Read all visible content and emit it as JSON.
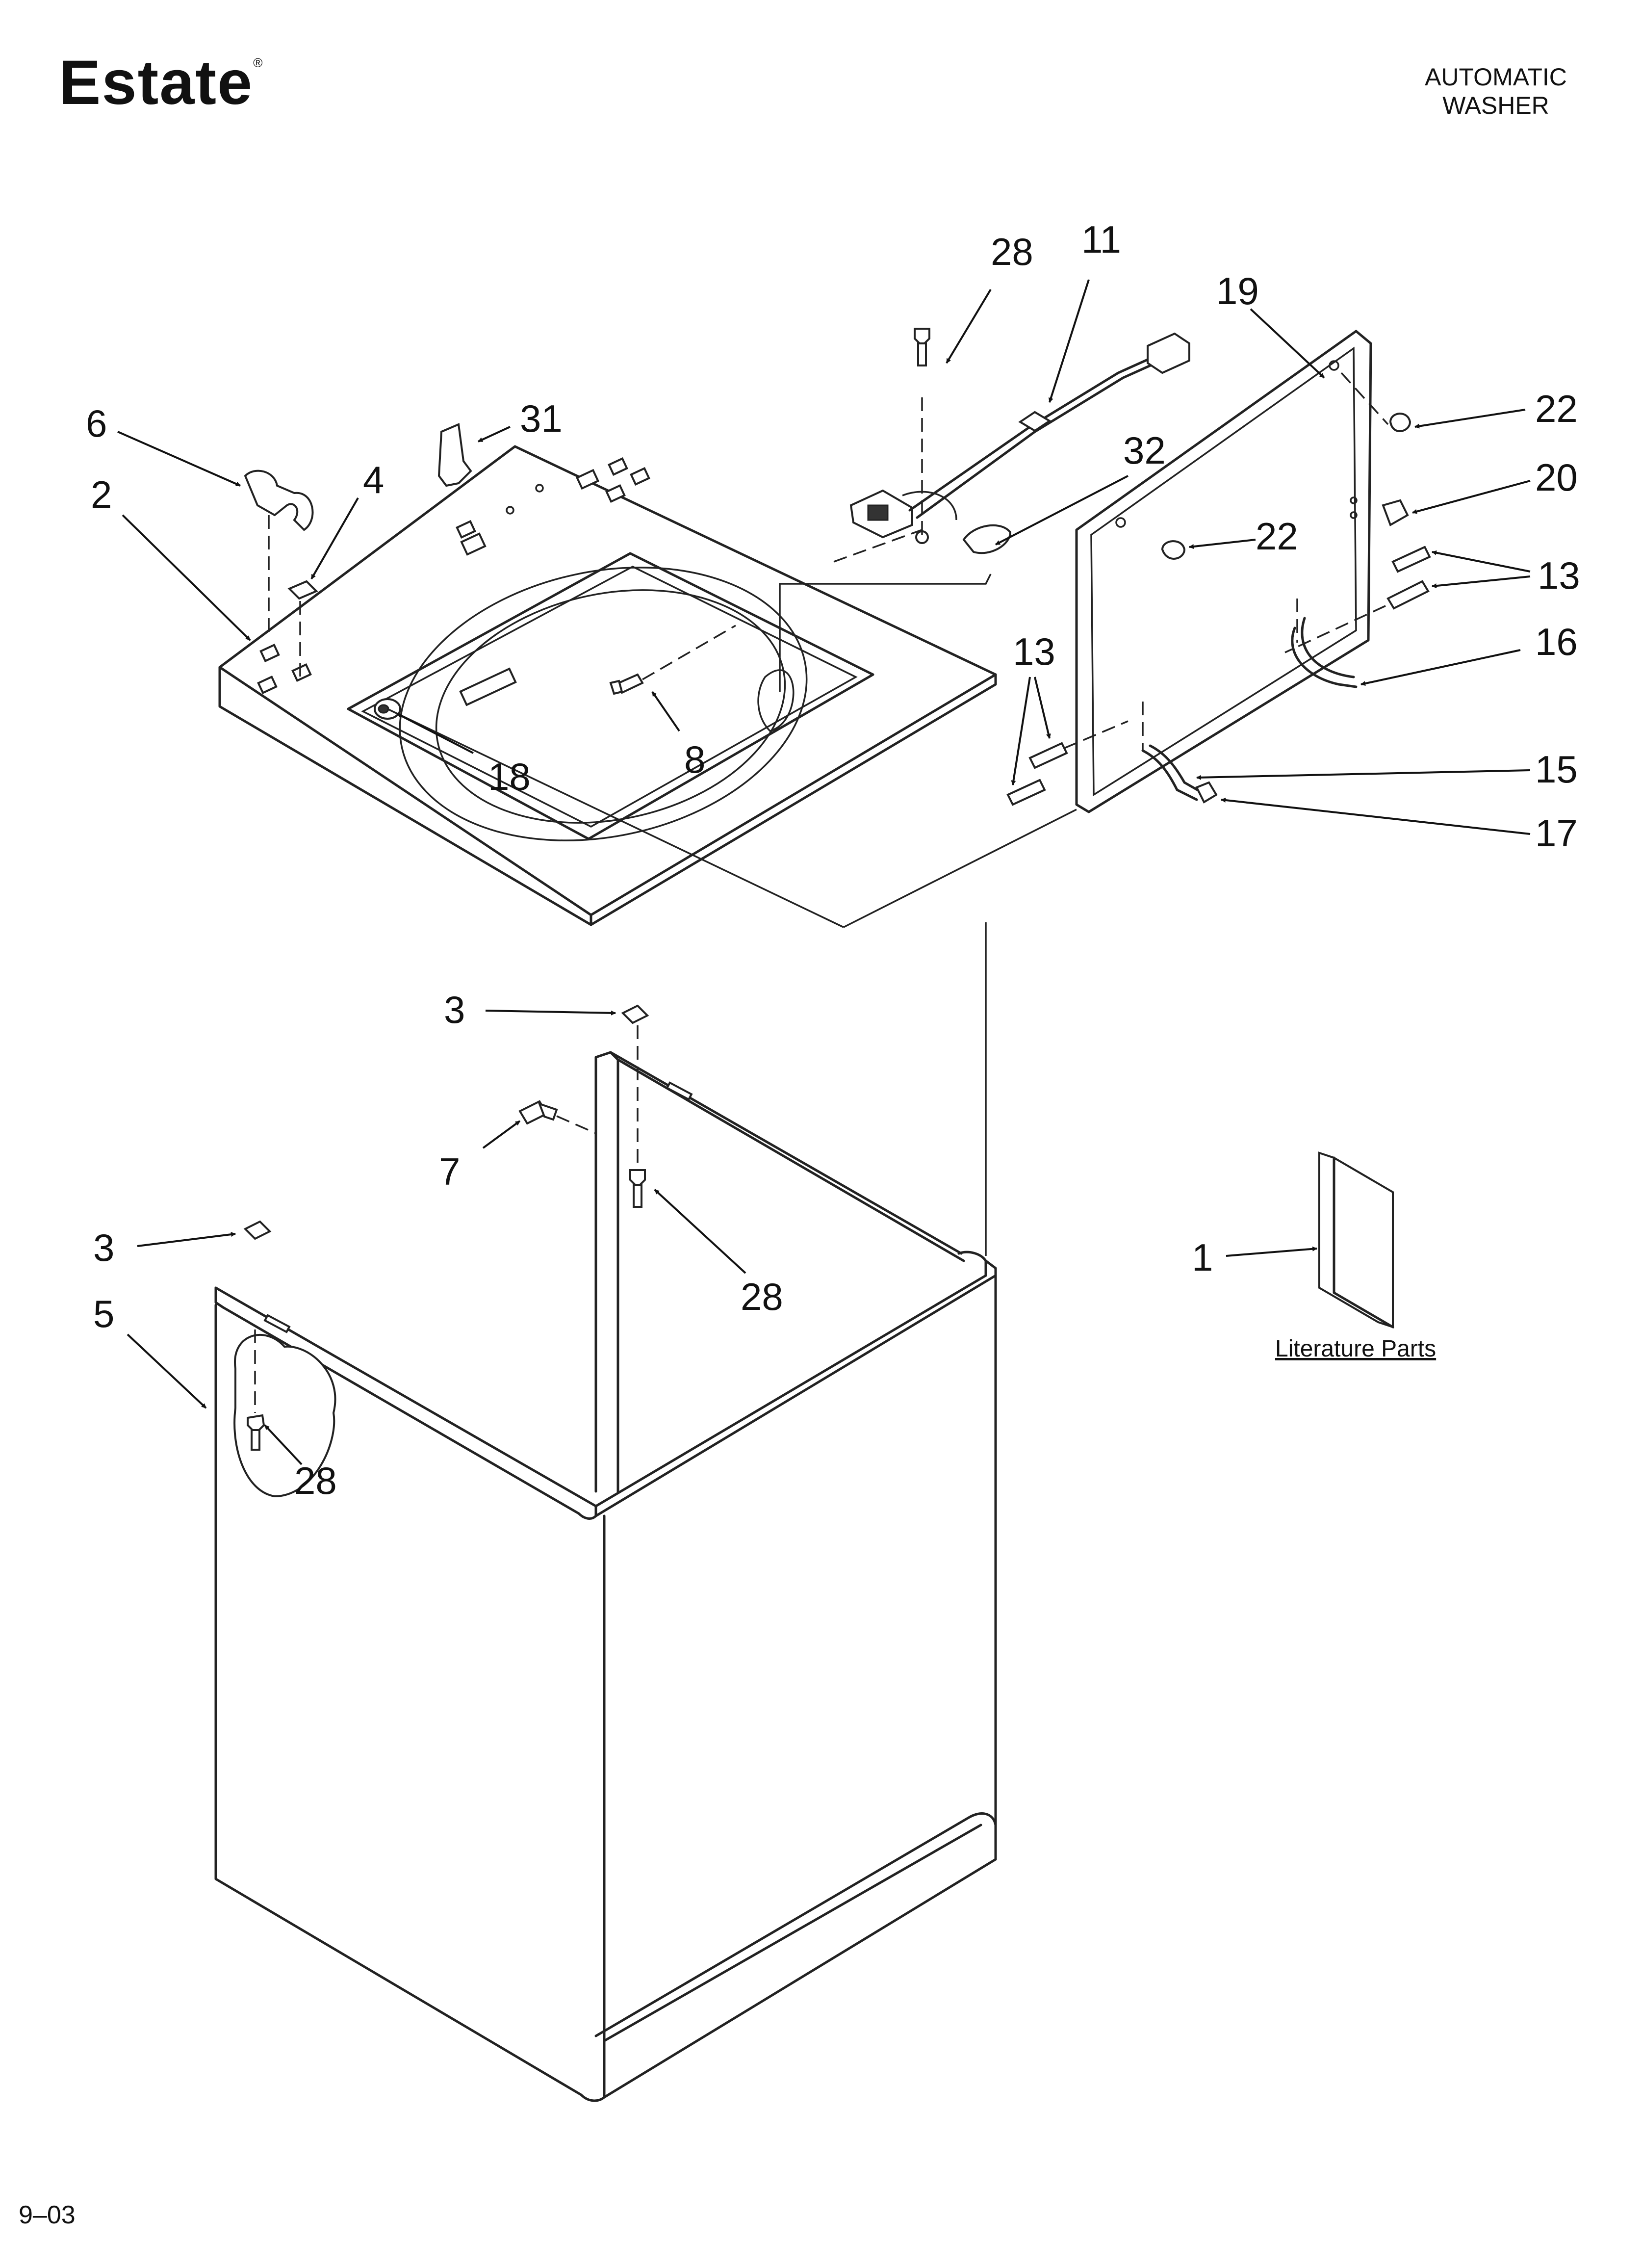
{
  "header": {
    "brand": "Estate",
    "brand_mark": "®",
    "doc_type_line1": "AUTOMATIC",
    "doc_type_line2": "WASHER"
  },
  "footer": {
    "code": "9–03"
  },
  "literature": {
    "label": "Literature Parts"
  },
  "callouts": {
    "c28_top": "28",
    "c11": "11",
    "c19": "19",
    "c6": "6",
    "c31": "31",
    "c4": "4",
    "c2": "2",
    "c32": "32",
    "c22_right": "22",
    "c20": "20",
    "c22_mid": "22",
    "c13_right": "13",
    "c16": "16",
    "c13_left": "13",
    "c15": "15",
    "c17": "17",
    "c8": "8",
    "c18": "18",
    "c3_top": "3",
    "c7": "7",
    "c28_mid": "28",
    "c3_left": "3",
    "c5": "5",
    "c28_low": "28",
    "c1": "1"
  }
}
